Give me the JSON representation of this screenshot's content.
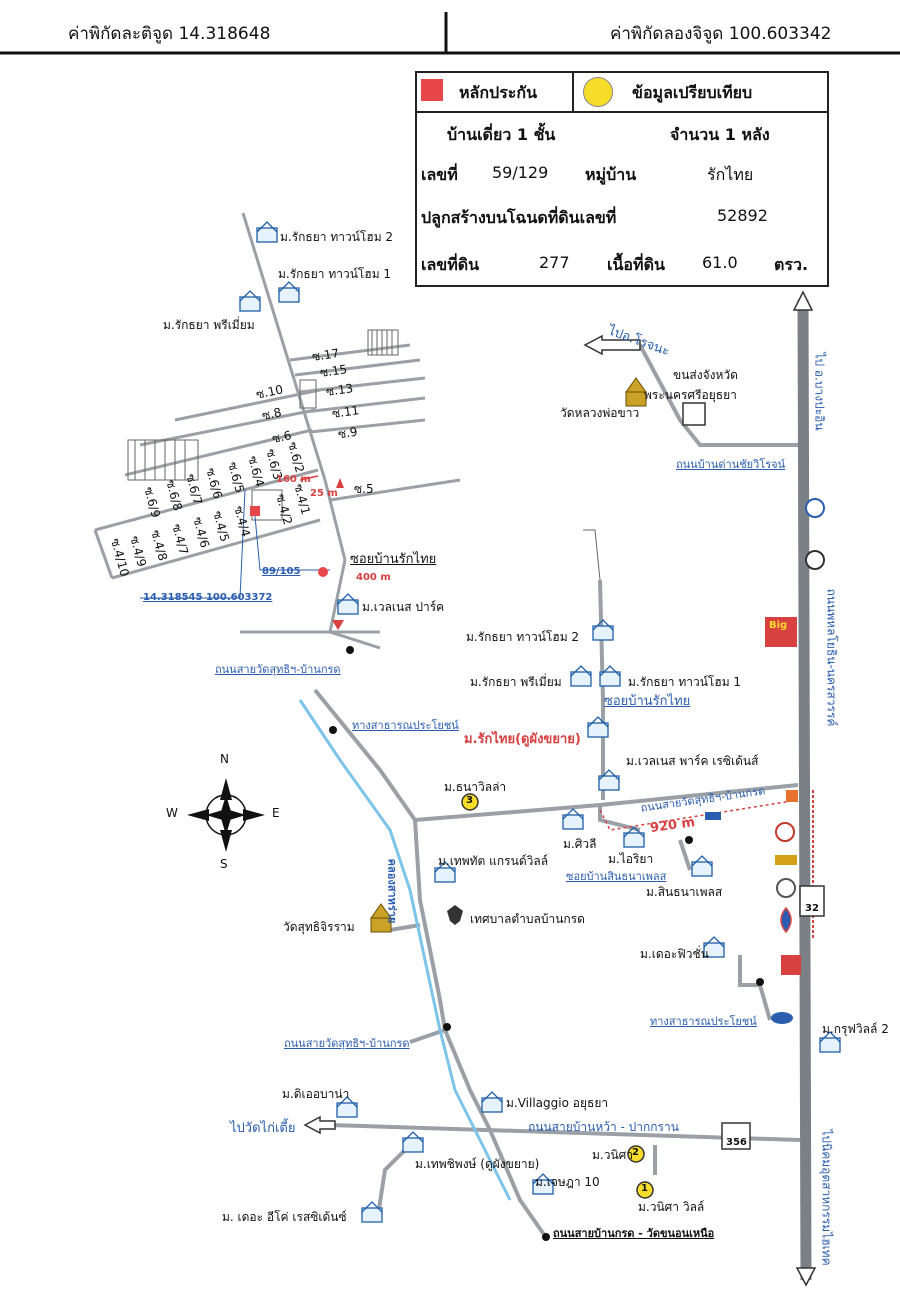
{
  "header": {
    "latitude": "ค่าพิกัดละติจูด 14.318648",
    "longitude": "ค่าพิกัดลองจิจูด 100.603342"
  },
  "info_box": {
    "legend_collateral": "หลักประกัน",
    "legend_compare": "ข้อมูลเปรียบเทียบ",
    "house_type": "บ้านเดี่ยว 1 ชั้น",
    "house_count": "จำนวน 1 หลัง",
    "house_no_label": "เลขที่",
    "house_no": "59/129",
    "village_label": "หมู่บ้าน",
    "village": "รักไทย",
    "deed_label": "ปลูกสร้างบนโฉนดที่ดินเลขที่",
    "deed_no": "52892",
    "land_no_label": "เลขที่ดิน",
    "land_no": "277",
    "area_label": "เนื้อที่ดิน",
    "area": "61.0",
    "area_unit": "ตรว.",
    "colors": {
      "collateral": "#e8474a",
      "compare": "#f7dc2a"
    }
  },
  "compass": {
    "n": "N",
    "s": "S",
    "e": "E",
    "w": "W"
  },
  "inset_map": {
    "villages": [
      "ม.รักธยา ทาวน์โฮม 2",
      "ม.รักธยา ทาวน์โฮม 1",
      "ม.รักธยา พรีเมี่ยม",
      "ม.เวลเนส ปาร์ค"
    ],
    "sois_right": [
      "ซ.17",
      "ซ.15",
      "ซ.13",
      "ซ.11",
      "ซ.9",
      "ซ.5"
    ],
    "sois_left": [
      "ซ.10",
      "ซ.8",
      "ซ.6",
      "ซ.6/2",
      "ซ.6/3",
      "ซ.6/4",
      "ซ.6/5",
      "ซ.6/6",
      "ซ.6/7",
      "ซ.6/8",
      "ซ.6/9",
      "ซ.4/1",
      "ซ.4/2",
      "ซ.4/4",
      "ซ.4/5",
      "ซ.4/6",
      "ซ.4/7",
      "ซ.4/8",
      "ซ.4/9",
      "ซ.4/10"
    ],
    "dist_160": "160 m",
    "dist_25": "25 m",
    "dist_400": "400 m",
    "soi_rak_thai": "ซอยบ้านรักไทย",
    "house_ref": "89/105",
    "coord_ref": "14.318545 100.603372",
    "road_main": "ถนนสายวัดสุทธิฯ-บ้านกรด"
  },
  "main_map": {
    "to_rojana": "ไปอ.โรจนะ",
    "transport_office": "ขนส่งจังหวัด",
    "transport_office2": "พระนครศรีอยุธยา",
    "wat_luang_pho_khao": "วัดหลวงพ่อขาว",
    "road_ban_dan": "ถนนบ้านด่านชัยวิโรจน์",
    "road_highway_north": "ไป อ.บางปะอิน",
    "road_highway_mid": "ถนนพหลโยธิน-นครสวรรค์",
    "road_highway_south": "ไปนิคมอุตสาหกรรมไฮเทค",
    "big_c": "Big",
    "v_townhome2": "ม.รักธยา ทาวน์โฮม 2",
    "v_premium": "ม.รักธยา พรีเมี่ยม",
    "v_townhome1": "ม.รักธยา ทาวน์โฮม 1",
    "soi_rak_thai": "ซอยบ้านรักไทย",
    "public_way_1": "ทางสาธารณประโยชน์",
    "v_rak_thai": "ม.รักไทย(ดูผังขยาย)",
    "v_wellness_res": "ม.เวลเนส พาร์ค เรซิเด้นส์",
    "v_thana_villa": "ม.ธนาวิลล่า",
    "road_wat_suthi": "ถนนสายวัดสุทธิฯ-บ้านกรด",
    "dist_920": "920 m",
    "v_siwali": "ม.ศิวลี",
    "v_iriya": "ม.ไอริยา",
    "soi_sinthana": "ซอยบ้านสินธนาเพลส",
    "v_sinthana": "ม.สินธนาเพลส",
    "v_thepthat": "ม.เทพทัต แกรนด์วิลล์",
    "canal": "คลองสาหร่าย",
    "wat_suthi": "วัดสุทธิจิรราม",
    "municipality": "เทศบาลตำบลบ้านกรด",
    "v_the_fusion": "ม.เดอะฟิวชั่น",
    "hwy_32": "32",
    "public_way_2": "ทางสาธารณประโยชน์",
    "v_krungwill": "ม.กรุฟวิลล์ 2",
    "road_wat_suthi_2": "ถนนสายวัดสุทธิฯ-บ้านกรด",
    "v_de_ebana": "ม.ดิเออบาน่า",
    "v_villaggio": "ม.Villaggio อยุธยา",
    "to_wat_kai_tia": "ไปวัดไก่เตี้ย",
    "road_ban_wa": "ถนนสายบ้านหว้า - ปากกราน",
    "hwy_356": "356",
    "v_wanisa": "ม.วนิศา",
    "v_thepsiphong": "ม.เทพชิพงษ์ (ดูผังขยาย)",
    "v_chetsada": "ม.เจษฎา 10",
    "v_wanisa_villa": "ม.วนิศา วิลล์",
    "v_the_eco": "ม. เดอะ อีโค่ เรสซิเด้นซ์",
    "road_ban_krot_south": "ถนนสายบ้านกรด - วัดขนอนเหนือ",
    "badge_1": "1",
    "badge_2": "2",
    "badge_3": "3",
    "colors": {
      "road": "#9aa0a6",
      "canal": "#7cc4ea",
      "highway": "#7b7f86",
      "label_blue": "#2a5db0",
      "pin": "#e8474a"
    }
  }
}
